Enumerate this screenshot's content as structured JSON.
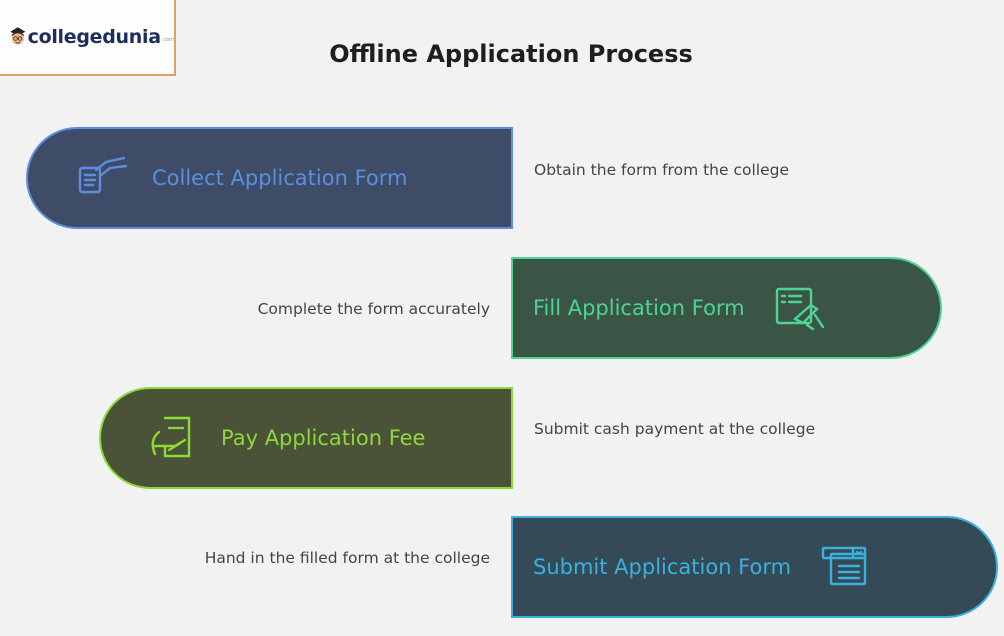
{
  "logo": {
    "brand": "collegedunia",
    "suffix": ".com"
  },
  "title": "Offline Application Process",
  "steps": [
    {
      "label": "Collect Application Form",
      "description": "Obtain the form from the college",
      "icon": "hand-document-icon",
      "fill": "#3e4c68",
      "accent": "#5b8ede",
      "side": "left"
    },
    {
      "label": "Fill Application Form",
      "description": "Complete the form accurately",
      "icon": "form-writing-icon",
      "fill": "#3a5546",
      "accent": "#4dd495",
      "side": "right"
    },
    {
      "label": "Pay Application Fee",
      "description": "Submit cash payment at the college",
      "icon": "payment-receipt-icon",
      "fill": "#4a5238",
      "accent": "#8ed93a",
      "side": "left"
    },
    {
      "label": "Submit Application Form",
      "description": "Hand in the filled form at the college",
      "icon": "submit-form-icon",
      "fill": "#344b57",
      "accent": "#3ab0de",
      "side": "right"
    }
  ]
}
